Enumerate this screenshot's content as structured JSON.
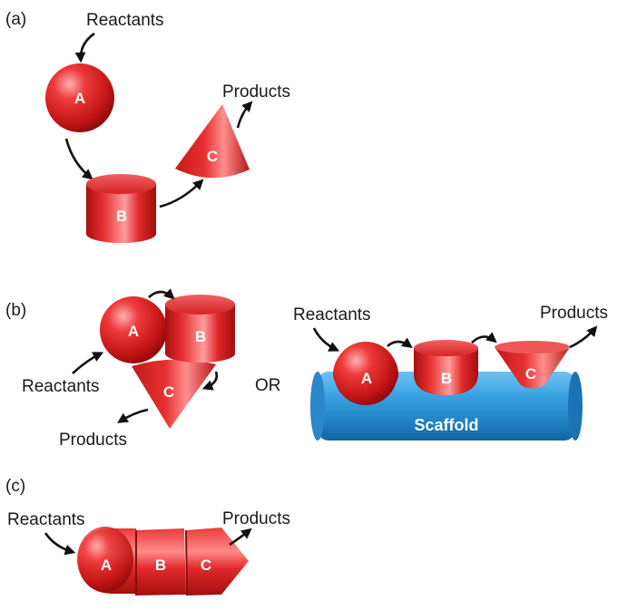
{
  "colors": {
    "enzyme_red": "#d41f1f",
    "enzyme_highlight": "#ff9a9a",
    "scaffold_blue": "#2f8fd0",
    "arrow": "#111111"
  },
  "panel_a": {
    "tag": "(a)",
    "reactants": "Reactants",
    "products": "Products",
    "enzyme_a": "A",
    "enzyme_b": "B",
    "enzyme_c": "C"
  },
  "panel_b": {
    "tag": "(b)",
    "left": {
      "reactants": "Reactants",
      "products": "Products",
      "enzyme_a": "A",
      "enzyme_b": "B",
      "enzyme_c": "C"
    },
    "or": "OR",
    "right": {
      "reactants": "Reactants",
      "products": "Products",
      "enzyme_a": "A",
      "enzyme_b": "B",
      "enzyme_c": "C",
      "scaffold": "Scaffold"
    }
  },
  "panel_c": {
    "tag": "(c)",
    "reactants": "Reactants",
    "products": "Products",
    "enzyme_a": "A",
    "enzyme_b": "B",
    "enzyme_c": "C"
  }
}
